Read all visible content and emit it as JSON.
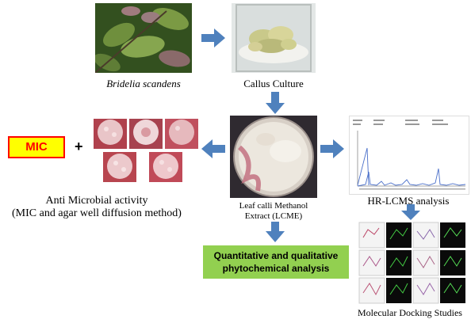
{
  "colors": {
    "arrow_blue": "#4f81bd",
    "mic_box_fill": "#ffff00",
    "mic_box_border": "#ff0000",
    "mic_text": "#ff0000",
    "analysis_box_fill": "#92d050"
  },
  "nodes": {
    "plant": {
      "caption": "Bridelia scandens"
    },
    "callus": {
      "caption": "Callus Culture"
    },
    "extract": {
      "caption_line1": "Leaf calli Methanol",
      "caption_line2": "Extract (LCME)"
    },
    "antimicrobial": {
      "caption_line1": "Anti Microbial activity",
      "caption_line2": "(MIC and agar well diffusion method)"
    },
    "mic": {
      "label": "MIC",
      "plus": "+"
    },
    "hrlcms": {
      "caption": "HR-LCMS analysis"
    },
    "docking": {
      "caption": "Molecular Docking Studies"
    },
    "phyto": {
      "line1": "Quantitative and qualitative",
      "line2": "phytochemical analysis"
    }
  }
}
